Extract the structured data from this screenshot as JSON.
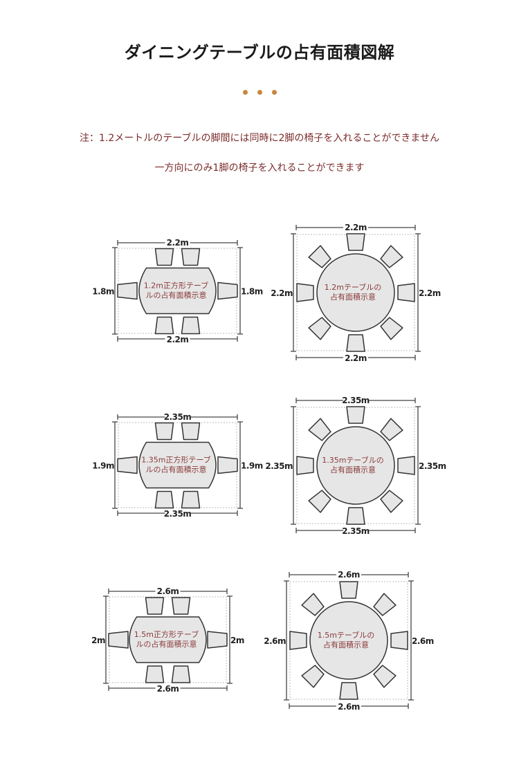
{
  "title": "ダイニングテーブルの占有面積図解",
  "accent_color": "#c8873d",
  "note_color": "#7a2a2a",
  "notes": [
    "注：1.2メートルのテーブルの脚間には同時に2脚の椅子を入れることができません",
    "一方向にのみ1脚の椅子を入れることができます"
  ],
  "diagrams": [
    {
      "type": "rect",
      "label": [
        "1.2m正方形テーブ",
        "ルの占有面積示意"
      ],
      "top": "2.2m",
      "bottom": "2.2m",
      "left": "1.8m",
      "right": "1.8m"
    },
    {
      "type": "round",
      "label": [
        "1.2mテーブルの",
        "占有面積示意"
      ],
      "top": "2.2m",
      "bottom": "2.2m",
      "left": "2.2m",
      "right": "2.2m"
    },
    {
      "type": "rect",
      "label": [
        "1.35m正方形テーブ",
        "ルの占有面積示意"
      ],
      "top": "2.35m",
      "bottom": "2.35m",
      "left": "1.9m",
      "right": "1.9m"
    },
    {
      "type": "round",
      "label": [
        "1.35mテーブルの",
        "占有面積示意"
      ],
      "top": "2.35m",
      "bottom": "2.35m",
      "left": "2.35m",
      "right": "2.35m"
    },
    {
      "type": "rect",
      "label": [
        "1.5m正方形テーブ",
        "ルの占有面積示意"
      ],
      "top": "2.6m",
      "bottom": "2.6m",
      "left": "2m",
      "right": "2m"
    },
    {
      "type": "round",
      "label": [
        "1.5mテーブルの",
        "占有面積示意"
      ],
      "top": "2.6m",
      "bottom": "2.6m",
      "left": "2.6m",
      "right": "2.6m"
    }
  ]
}
